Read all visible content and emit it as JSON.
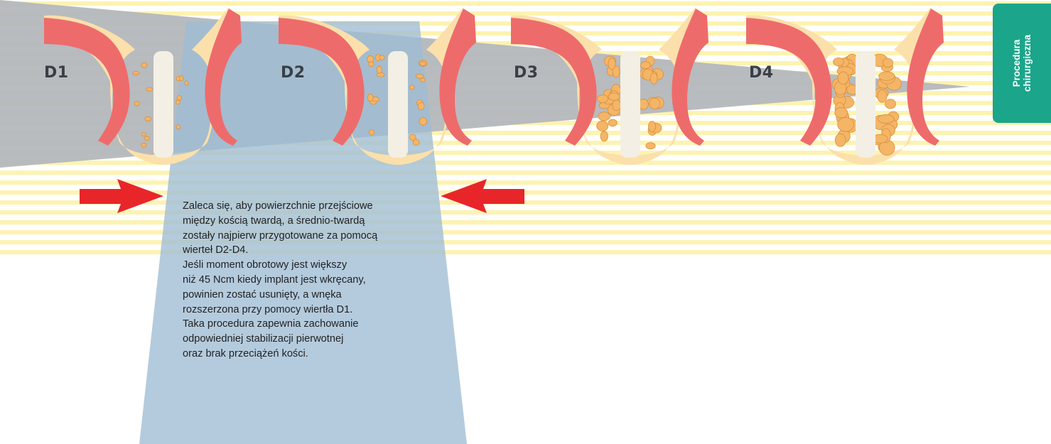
{
  "diagram": {
    "density_labels": [
      "D1",
      "D2",
      "D3",
      "D4"
    ],
    "body_lines": [
      "Zaleca się, aby powierzchnie przejściowe",
      "między kością twardą, a średnio-twardą",
      "zostały najpierw przygotowane za pomocą",
      "wierteł D2-D4.",
      "Jeśli moment obrotowy  jest większy",
      "niż 45 Ncm kiedy implant jest wkręcany,",
      "powinien zostać usunięty, a wnęka",
      "rozszerzona przy pomocy wiertła D1.",
      "Taka  procedura  zapewnia  zachowanie",
      "odpowiedniej  stabilizacji  pierwotnej",
      "oraz brak przeciążeń kości."
    ]
  },
  "side_tab": {
    "line1": "Procedura",
    "line2": "chirurgiczna"
  },
  "colors": {
    "stripe": "#fdf3b0",
    "wedge": "#b4b7bd",
    "beam": "#b2cbdd",
    "gum": "#ee6b6b",
    "bone": "#fbe0ab",
    "arrow": "#e8262a",
    "tab": "#1ba58a"
  }
}
